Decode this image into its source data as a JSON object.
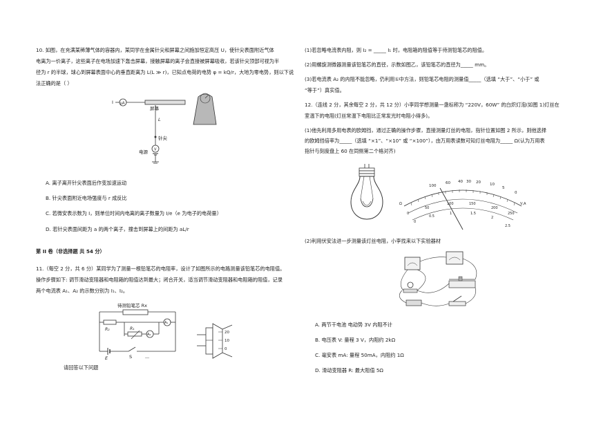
{
  "left": {
    "q10": {
      "line1": "10. 如图，在充满某稀薄气体的容器内，某同学在金属针尖和屏幕之间施加恒定高压 U，使针尖表面附近气体",
      "line2": "电离为一价离子，这些离子在电场加速下轰击屏幕，接触屏幕的离子会直接被屏幕吸收，若该针尖顶部可视为半",
      "line3": "径为 r 的半球，球心到屏幕表面中心的垂直距离为 L(L ≫ r)，已知点电荷的电势 φ = kQ/r，大地为零电势，则以下说",
      "line4": "法正确的是（    ）",
      "fig": {
        "screen_label": "屏幕",
        "L_label": "L",
        "tip_label": "针尖",
        "source_label": "电源",
        "meter1": "μA",
        "meter2": "V",
        "i_label": "I"
      },
      "options": {
        "A": "A. 离子离开针尖表面后作变加速运动",
        "B": "B. 针尖表面附近电场强度与 r 成反比",
        "C": "C. 若微安表示数为 I，则单位时间内电离的离子数量为 I/e（e 为电子的电荷量）",
        "D": "D. 若针尖表面间距为 a 的两个离子，撞击到屏幕上的间距为 aL/r"
      }
    },
    "section_title": "第 II 卷（非选择题 共 54 分）",
    "q11": {
      "line1": "11.（每空 2 分，共 6 分）某同学为了测量一根铅笔芯的电阻率，设计了如图所示的电路测量该铅笔芯的电阻值。",
      "line2": "操作步骤如下: 调节滑动变阻器和电阻箱的阻值达到最大；闭合开关，适当调节滑动变阻器和电阻箱的阻值，记录",
      "line3": "两个电流表 A₁、A₂ 的示数分别为 I₁、I₂。",
      "circuit": {
        "title": "待测铅笔芯 Rx",
        "R2": "R₂",
        "R1": "R₁",
        "A1": "A₁",
        "A2": "A₂",
        "E": "E",
        "S": "S"
      },
      "ruler": {
        "ticks": [
          "20",
          "10",
          "0"
        ]
      },
      "footer": "请回答以下问题"
    }
  },
  "right": {
    "q11_cont": {
      "p1": "(1)若忽略电流表内阻，则 I₂ = _____ I₁ 时，电阻箱的阻值等于待测铅笔芯的阻值。",
      "p2": "(2)用螺旋测微器测量该铅笔芯的直径，示数如图乙，该铅笔芯的直径为_____ mm。",
      "p3a": "(3)若电流表 A₂ 的内阻不能忽略，仍利用①中方法，则铅笔芯电阻的测量值_____（选填 “大于”、“小于” 或",
      "p3b": "“等于”）真实值。"
    },
    "q12": {
      "line1": "12.（连线 2 分，其余每空 2 分，共 12 分）小李同学想测量一盏标称为 “220V，60W” 的白炽灯泡(如图 1)灯丝在",
      "line2": "室温下的电阻(灯丝常温下电阻比正常发光时电阻小得多)。",
      "p1a": "(1)他先利用多用电表的欧姆挡，通过正确的操作步骤，直接测量灯丝的电阻，指针位置如图 2 所示，则他选择",
      "p1b": "的欧姆挡倍率为_____（选填 “×1”、“×10” 或 “×100”），由万用表读数可知灯丝电阻为_____ Ω(认为万用表",
      "p1c": "指针与刻度盘上 60 在同侧第二个格对齐)",
      "meter": {
        "top_ticks": [
          "100",
          "60",
          "40",
          "30",
          "20",
          "10",
          "5",
          "0"
        ],
        "mid_ticks": [
          "0",
          "50",
          "100",
          "150",
          "200",
          "250"
        ],
        "low_ticks": [
          "0",
          "0.5",
          "1",
          "1.5",
          "2",
          "2.5"
        ],
        "omega": "Ω",
        "unit_right": "V,A"
      },
      "p2": "(2)利用伏安法进一步测量该灯丝电阻，小李找来以下实验器材",
      "items": {
        "A": "A. 两节干电池 电动势 3V 内阻不计",
        "B": "B. 电压表 V: 量程 3 V，内阻约 2kΩ",
        "C": "C. 毫安表 mA: 量程 50mA，内阻约 1Ω",
        "D": "D. 滑动变阻器 R: 最大阻值 5Ω"
      }
    }
  }
}
